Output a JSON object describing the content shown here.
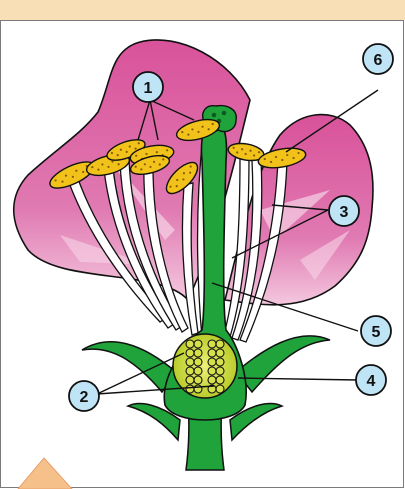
{
  "colors": {
    "background": "#ffffff",
    "top_band": "#f9dfb5",
    "petal": "#d9529a",
    "petal_light": "#f2b6d4",
    "stem": "#1fa33a",
    "ovary_yellow": "#d6e14a",
    "anther": "#f0c21a",
    "callout_fill": "#bfe4f6",
    "outline": "#111111",
    "corner_arrow": "#f6c08a"
  },
  "labels": [
    {
      "id": "1",
      "text": "1",
      "part": "anther"
    },
    {
      "id": "2",
      "text": "2",
      "part": "ovule"
    },
    {
      "id": "3",
      "text": "3",
      "part": "filament"
    },
    {
      "id": "4",
      "text": "4",
      "part": "ovary"
    },
    {
      "id": "5",
      "text": "5",
      "part": "style"
    },
    {
      "id": "6",
      "text": "6",
      "part": "anther"
    }
  ]
}
